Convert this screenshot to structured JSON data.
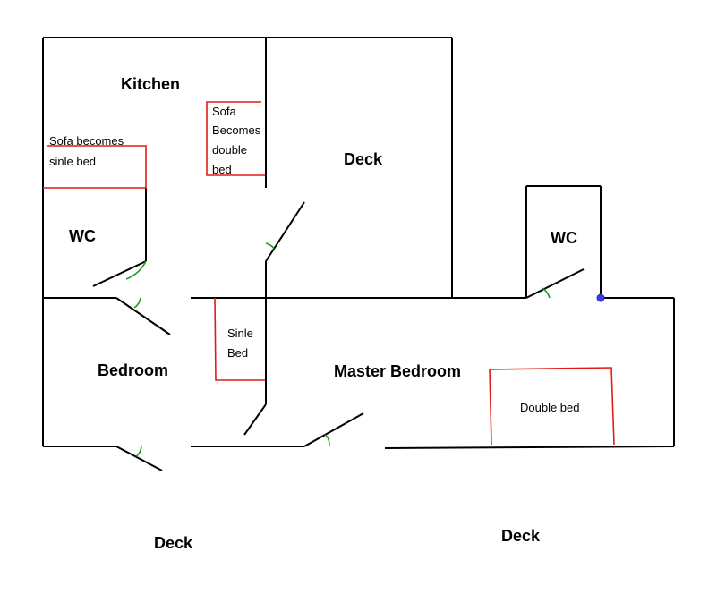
{
  "rooms": {
    "kitchen": "Kitchen",
    "deck_top": "Deck",
    "wc_left": "WC",
    "wc_right": "WC",
    "bedroom": "Bedroom",
    "master_bedroom": "Master Bedroom",
    "deck_bottom_left": "Deck",
    "deck_bottom_right": "Deck"
  },
  "furniture": {
    "sofa_single": [
      "Sofa becomes",
      "sinle bed"
    ],
    "sofa_double": [
      "Sofa",
      "Becomes",
      "double",
      "bed"
    ],
    "single_bed": [
      "Sinle",
      "Bed"
    ],
    "double_bed": "Double bed"
  },
  "colors": {
    "walls": "#000000",
    "furniture_outline": "#e01b1b",
    "door_swing": "#1f9a1f",
    "marker": "#3a3af0"
  }
}
